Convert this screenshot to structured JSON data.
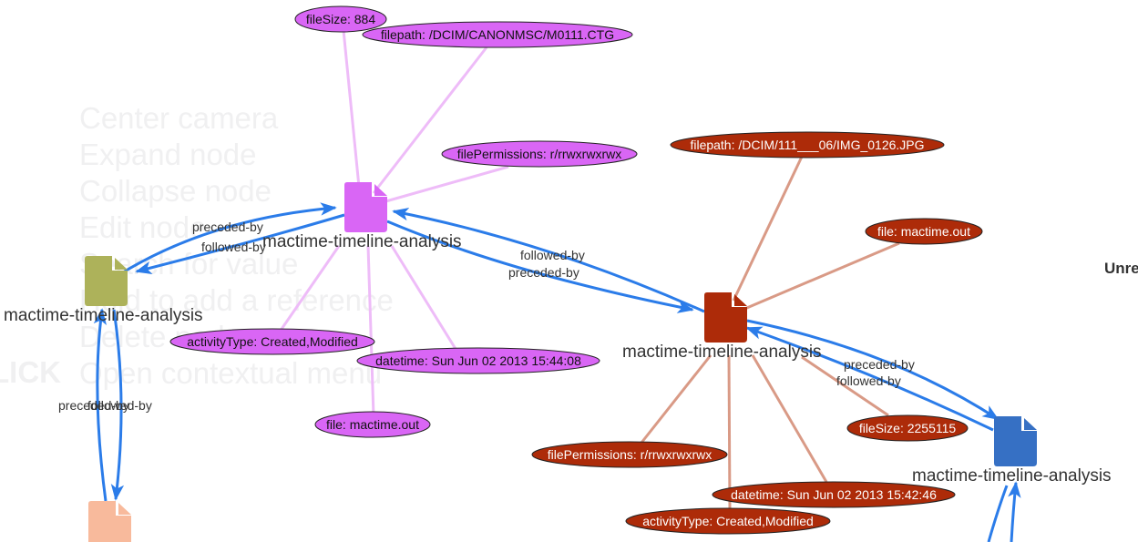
{
  "help": {
    "lines": [
      "Center camera",
      "Expand node",
      "Collapse node",
      "Edit node",
      "Search for value",
      "Hold to add a reference",
      "Delete node",
      "Open contextual menu"
    ],
    "key_label": "LICK"
  },
  "side_panel": {
    "title": "Unre"
  },
  "colors": {
    "edge": "#2b7ce9",
    "magenta": "#d966f5",
    "magenta_edge": "#eebcf8",
    "red": "#ad2b09",
    "red_edge": "#d99a86",
    "olive": "#adb25a",
    "blue": "#3670c4",
    "peach": "#f8ba9c"
  },
  "nodes": [
    {
      "id": "olive",
      "label": "mactime-timeline-analysis",
      "color": "olive"
    },
    {
      "id": "magenta",
      "label": "mactime-timeline-analysis",
      "color": "magenta"
    },
    {
      "id": "red",
      "label": "mactime-timeline-analysis",
      "color": "red"
    },
    {
      "id": "blue",
      "label": "mactime-timeline-analysis",
      "color": "blue"
    },
    {
      "id": "peach",
      "label": "",
      "color": "peach"
    }
  ],
  "edges": [
    {
      "from": "olive",
      "to": "magenta",
      "label": "preceded-by"
    },
    {
      "from": "magenta",
      "to": "olive",
      "label": "followed-by"
    },
    {
      "from": "red",
      "to": "magenta",
      "label": "followed-by"
    },
    {
      "from": "magenta",
      "to": "red",
      "label": "preceded-by"
    },
    {
      "from": "red",
      "to": "blue",
      "label": "preceded-by"
    },
    {
      "from": "blue",
      "to": "red",
      "label": "followed-by"
    },
    {
      "from": "peach",
      "to": "olive",
      "label": "preceded-by"
    },
    {
      "from": "olive",
      "to": "peach",
      "label": "followed-by"
    }
  ],
  "properties": {
    "magenta": [
      "fileSize: 884",
      "filepath: /DCIM/CANONMSC/M0111.CTG",
      "filePermissions: r/rrwxrwxrwx",
      "activityType: Created,Modified",
      "datetime: Sun Jun 02 2013 15:44:08",
      "file: mactime.out"
    ],
    "red": [
      "filepath: /DCIM/111___06/IMG_0126.JPG",
      "file: mactime.out",
      "fileSize: 2255115",
      "filePermissions: r/rrwxrwxrwx",
      "datetime: Sun Jun 02 2013 15:42:46",
      "activityType: Created,Modified"
    ]
  }
}
